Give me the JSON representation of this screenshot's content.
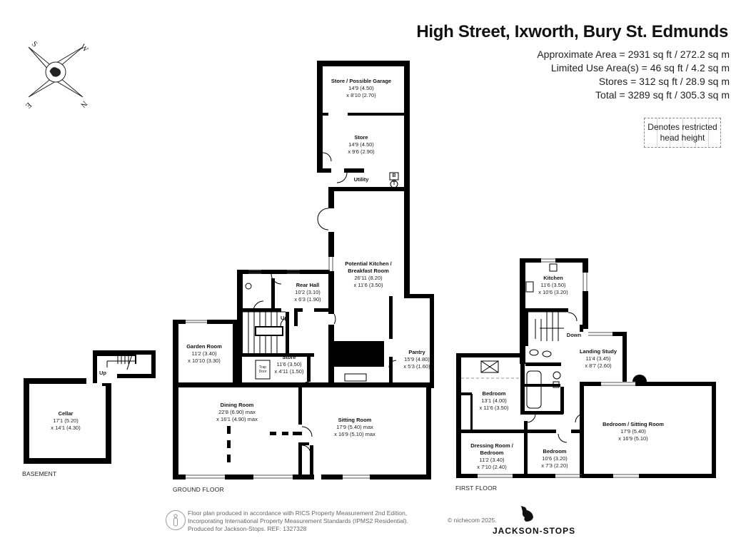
{
  "header": {
    "title": "High Street, Ixworth, Bury St. Edmunds",
    "areas": [
      "Approximate Area = 2931 sq ft / 272.2 sq m",
      "Limited Use Area(s) = 46 sq ft / 4.2 sq m",
      "Stores = 312 sq ft / 28.9 sq m",
      "Total = 3289 sq ft / 305.3 sq m"
    ]
  },
  "legend": {
    "restricted_line1": "Denotes restricted",
    "restricted_line2": "head height"
  },
  "compass": {
    "labels": [
      "S",
      "W",
      "E",
      "N"
    ],
    "icon": "compass-rose-icon"
  },
  "floors": {
    "basement": {
      "label": "BASEMENT",
      "rooms": [
        {
          "name": "Cellar",
          "dim1": "17'1 (5.20)",
          "dim2": "x 14'1 (4.30)"
        }
      ],
      "stair_label": "Up"
    },
    "ground": {
      "label": "GROUND FLOOR",
      "rooms": [
        {
          "name": "Store / Possible Garage",
          "dim1": "14'9 (4.50)",
          "dim2": "x 8'10 (2.70)"
        },
        {
          "name": "Store",
          "dim1": "14'9 (4.50)",
          "dim2": "x 9'6 (2.90)"
        },
        {
          "name": "Utility",
          "dim1": "",
          "dim2": ""
        },
        {
          "name": "Potential Kitchen / Breakfast Room",
          "dim1": "26'11 (8.20)",
          "dim2": "x 11'6 (3.50)"
        },
        {
          "name": "Rear Hall",
          "dim1": "10'2 (3.10)",
          "dim2": "x 6'3 (1.90)"
        },
        {
          "name": "Garden Room",
          "dim1": "11'2 (3.40)",
          "dim2": "x 10'10 (3.30)"
        },
        {
          "name": "Store",
          "dim1": "11'6 (3.50)",
          "dim2": "x 4'11 (1.50)"
        },
        {
          "name": "Pantry",
          "dim1": "15'9 (4.80)",
          "dim2": "x 5'3 (1.60)"
        },
        {
          "name": "Dining Room",
          "dim1": "22'8 (6.90) max",
          "dim2": "x 16'1 (4.90) max"
        },
        {
          "name": "Sitting Room",
          "dim1": "17'9 (5.40) max",
          "dim2": "x 16'9 (5.10) max"
        }
      ],
      "stair_label": "Up",
      "trap_door": "Trap Door",
      "boiler": "B",
      "tank": "T"
    },
    "first": {
      "label": "FIRST FLOOR",
      "rooms": [
        {
          "name": "Kitchen",
          "dim1": "11'6 (3.50)",
          "dim2": "x 10'6 (3.20)"
        },
        {
          "name": "Landing Study",
          "dim1": "11'4 (3.45)",
          "dim2": "x 8'7 (2.60)"
        },
        {
          "name": "Bedroom",
          "dim1": "13'1 (4.00)",
          "dim2": "x 11'6 (3.50)"
        },
        {
          "name": "Bedroom / Sitting Room",
          "dim1": "17'9 (5.40)",
          "dim2": "x 16'9 (5.10)"
        },
        {
          "name": "Dressing Room / Bedroom",
          "dim1": "11'2 (3.40)",
          "dim2": "x 7'10 (2.40)"
        },
        {
          "name": "Bedroom",
          "dim1": "10'6 (3.20)",
          "dim2": "x 7'3 (2.20)"
        }
      ],
      "stair_label": "Down"
    }
  },
  "footer": {
    "line1": "Floor plan produced in accordance with RICS Property Measurement 2nd Edition,",
    "line2": "Incorporating International Property Measurement Standards (IPMS2 Residential).",
    "line3": "Produced for Jackson-Stops.   REF: 1327328",
    "copyright": "© nichecom 2025.",
    "brand": "JACKSON-STOPS"
  },
  "colors": {
    "wall": "#000000",
    "background": "#ffffff",
    "text": "#111111",
    "muted": "#666666"
  }
}
